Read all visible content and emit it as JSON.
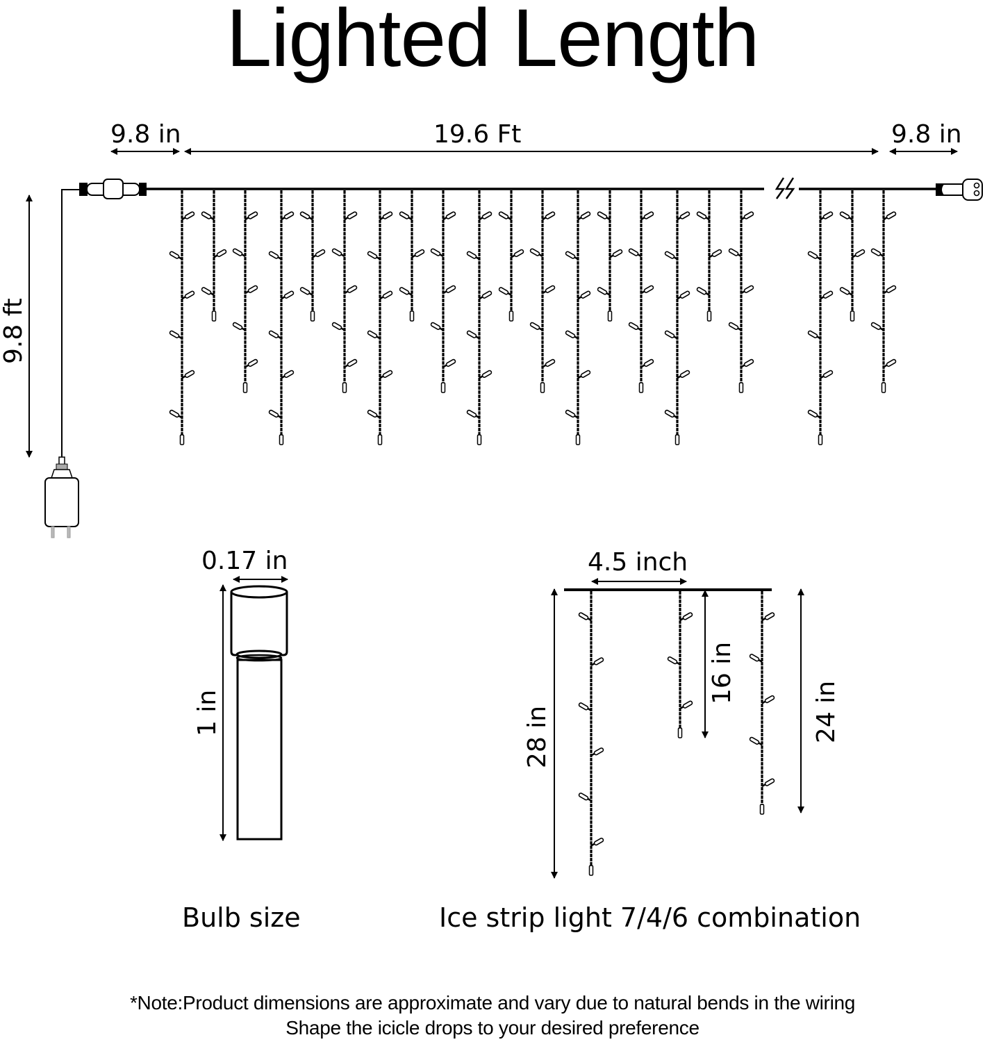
{
  "title": "Lighted Length",
  "top_dimensions": {
    "left_lead": "9.8 in",
    "lighted_length": "19.6 Ft",
    "right_lead": "9.8 in",
    "drop_height": "9.8 ft"
  },
  "icons": {
    "plug_connector": "male-connector-icon",
    "end_connector": "female-end-connector-icon",
    "break_symbol": "wire-break-icon",
    "adapter": "power-adapter-icon",
    "bulb": "led-bulb-icon"
  },
  "strands": {
    "pattern": [
      7,
      4,
      6
    ],
    "x_positions": [
      262,
      308,
      353,
      405,
      450,
      496,
      547,
      593,
      638,
      690,
      736,
      781,
      832,
      878,
      923,
      975,
      1021,
      1067,
      1181,
      1227,
      1272
    ],
    "bottom_y": {
      "7": 640,
      "4": 462,
      "6": 565
    }
  },
  "bulb_detail": {
    "width_label": "0.17 in",
    "height_label": "1 in",
    "caption": "Bulb size"
  },
  "combination_detail": {
    "spacing_label": "4.5 inch",
    "long_label": "28 in",
    "short_label": "16 in",
    "medium_label": "24 in",
    "caption": "Ice strip light 7/4/6 combination"
  },
  "note": {
    "line1": "*Note:Product dimensions are approximate and vary due to natural bends in the wiring",
    "line2": "Shape the icicle drops to your desired preference"
  },
  "colors": {
    "ink": "#000000",
    "background": "#ffffff"
  }
}
